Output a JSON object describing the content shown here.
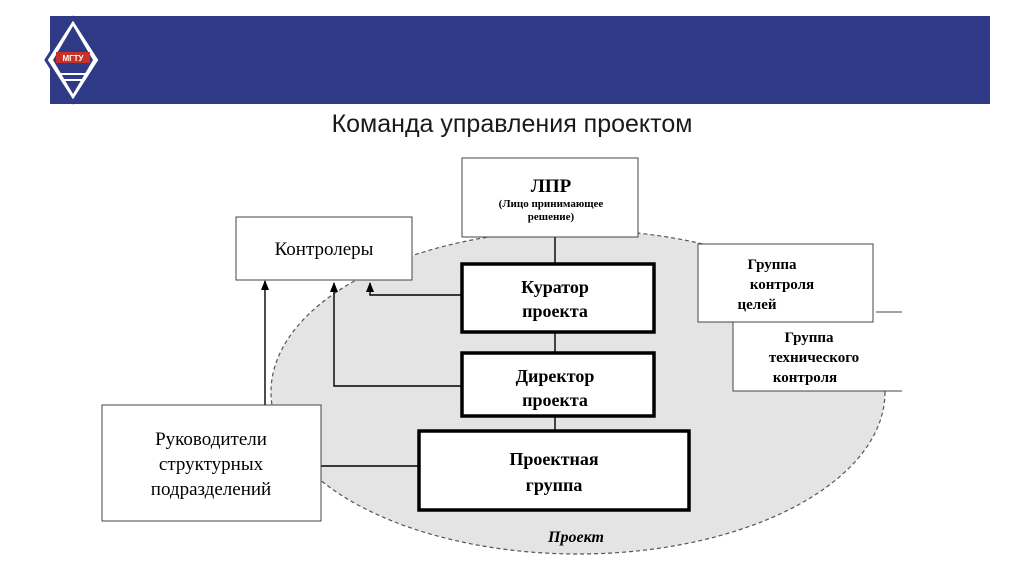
{
  "header": {
    "logo_text": "МГТУ",
    "title": "Команда управления проектом"
  },
  "diagram": {
    "lpr_title": "ЛПР",
    "lpr_sub1": "(Лицо принимающее",
    "lpr_sub2": "решение)",
    "controllers": "Контролеры",
    "curator_1": "Куратор",
    "curator_2": "проекта",
    "director_1": "Директор",
    "director_2": "проекта",
    "project_group_1": "Проектная",
    "project_group_2": "группа",
    "heads_1": "Руководители",
    "heads_2": "структурных",
    "heads_3": "подразделений",
    "goals_1": "Группа",
    "goals_2": "контроля",
    "goals_3": "целей",
    "tech_1": "Группа",
    "tech_2": "технического",
    "tech_3": "контроля",
    "project_label": "Проект"
  },
  "colors": {
    "header_bar": "#2f3a87",
    "ellipse_fill": "#e4e4e4"
  }
}
